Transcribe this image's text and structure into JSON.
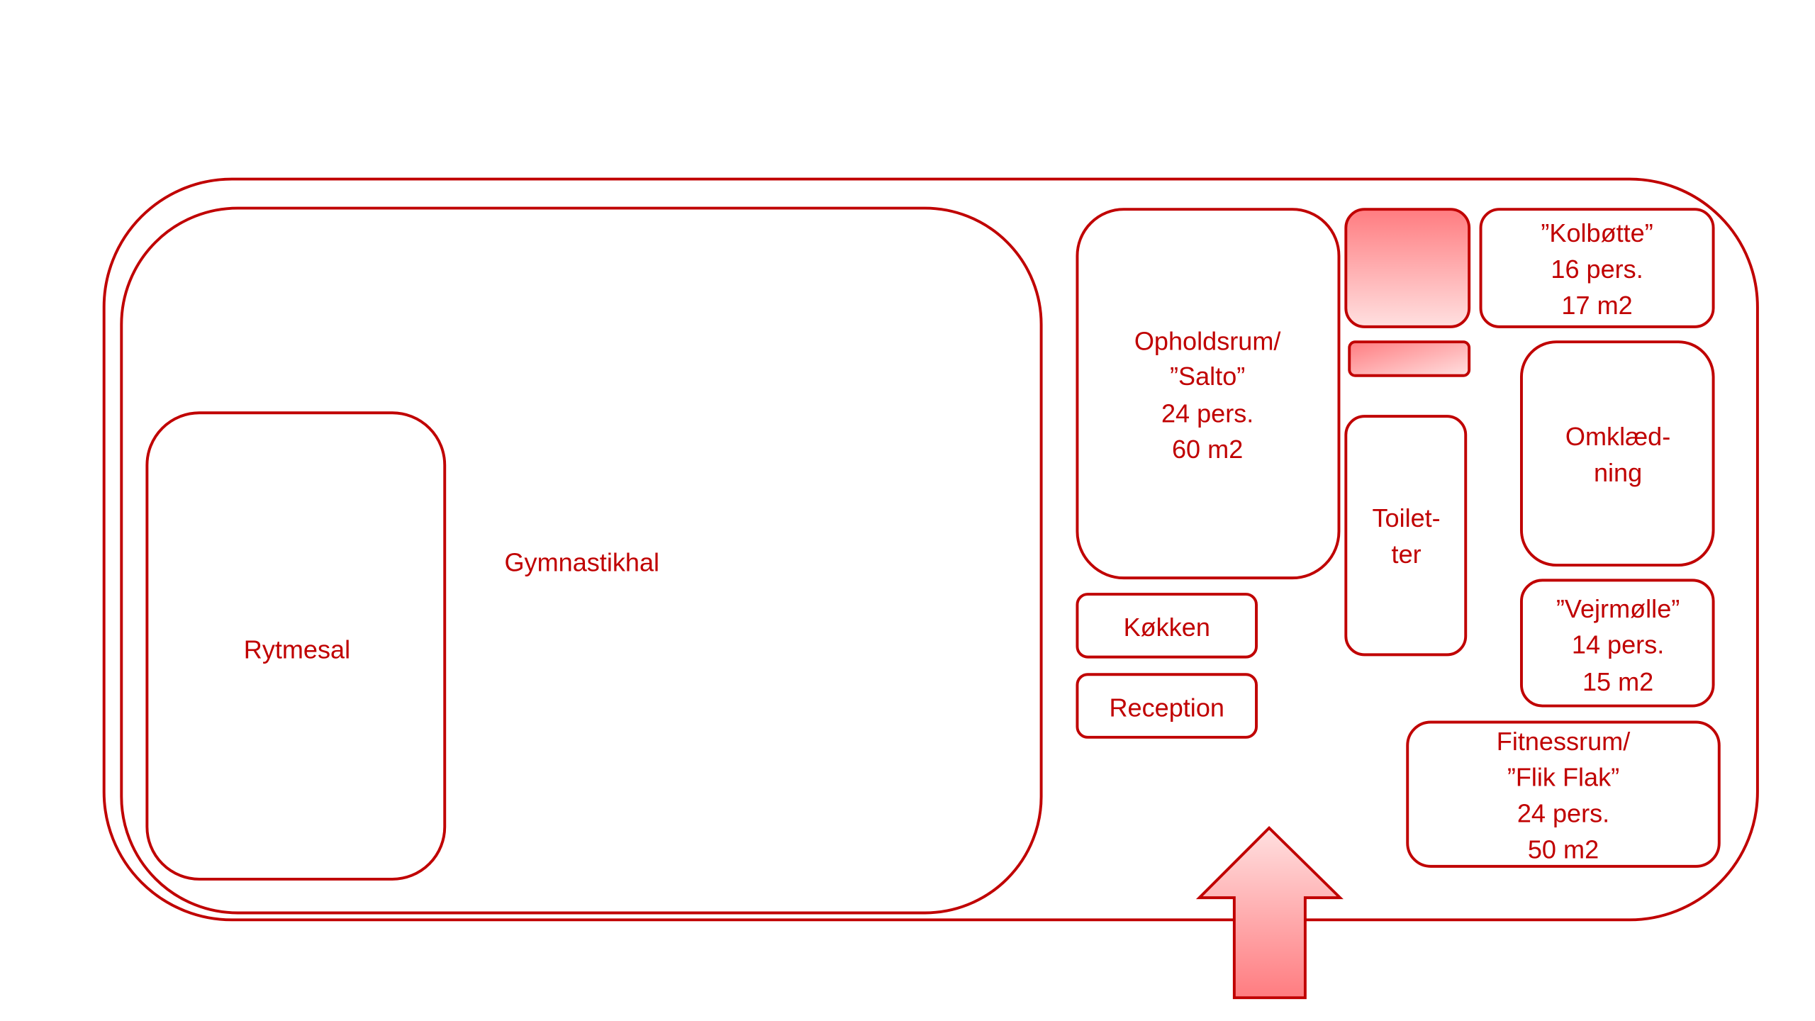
{
  "colors": {
    "accent": "#C00000",
    "fill_dark": "#FF7C80",
    "fill_light": "#FFE0E0"
  },
  "rooms": {
    "gymnastikhal": {
      "label": "Gymnastikhal"
    },
    "rytmesal": {
      "label": "Rytmesal"
    },
    "opholdsrum": {
      "lines": [
        "Opholdsrum/",
        "”Salto”",
        "24 pers.",
        "60 m2"
      ]
    },
    "kolbotte": {
      "lines": [
        "”Kolbøtte”",
        "16 pers.",
        "17 m2"
      ]
    },
    "omklaedning": {
      "lines": [
        "Omklæd-",
        "ning"
      ]
    },
    "toiletter": {
      "lines": [
        "Toilet-",
        "ter"
      ]
    },
    "vejrmolle": {
      "lines": [
        "”Vejrmølle”",
        "14 pers.",
        "15 m2"
      ]
    },
    "kokken": {
      "label": "Køkken"
    },
    "reception": {
      "label": "Reception"
    },
    "fitnessrum": {
      "lines": [
        "Fitnessrum/",
        "”Flik Flak”",
        "24 pers.",
        "50 m2"
      ]
    }
  },
  "entrance": {
    "icon": "arrow-up-icon"
  }
}
